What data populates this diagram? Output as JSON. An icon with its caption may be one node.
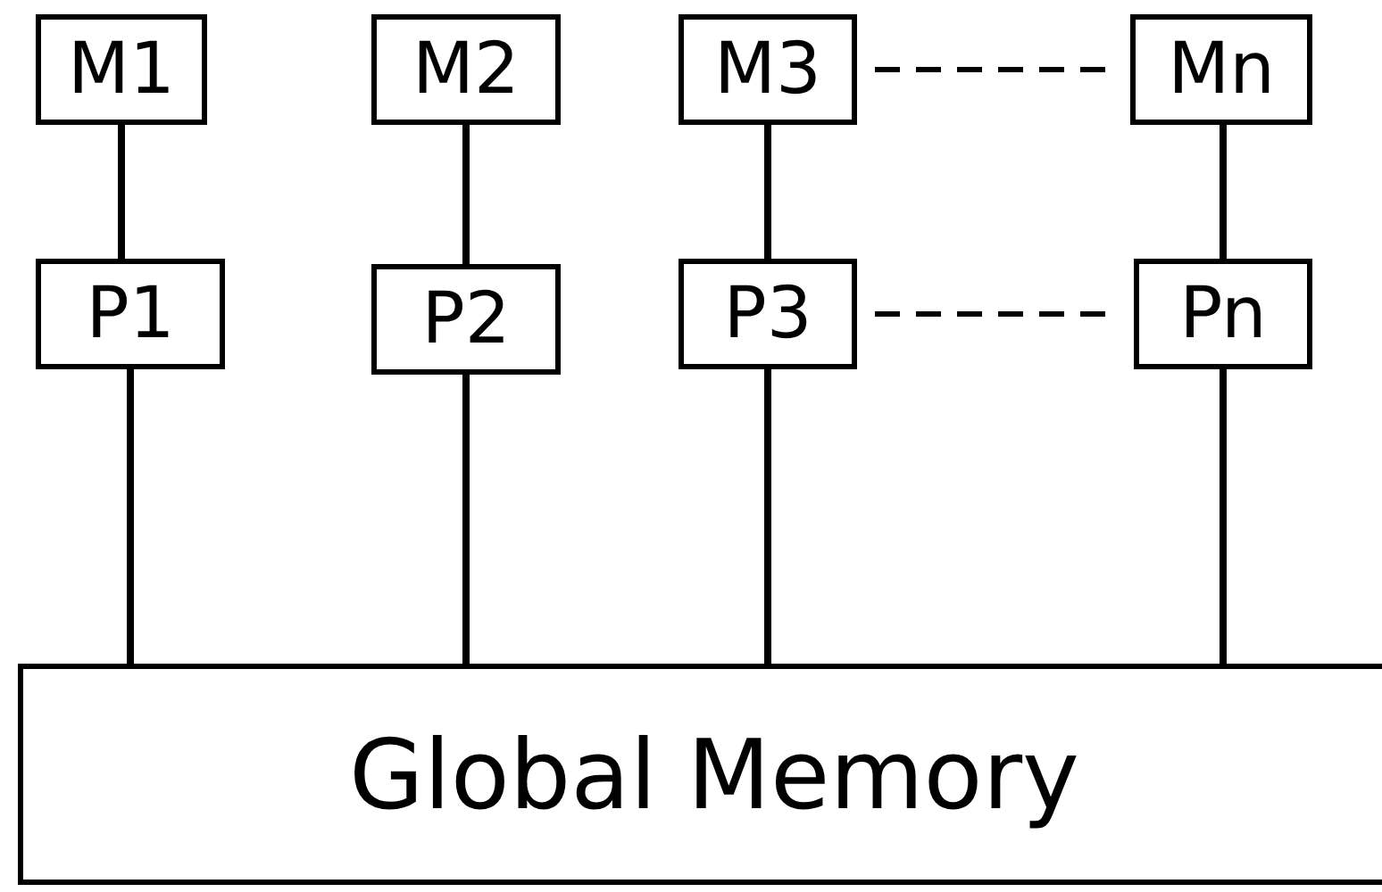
{
  "diagram": {
    "nodes": [
      {
        "text": [
          "M1"
        ]
      },
      {
        "text": [
          "M2"
        ]
      },
      {
        "text": [
          "M3"
        ]
      },
      {
        "text": [
          "Mn"
        ]
      },
      {
        "text": [
          "P1"
        ]
      },
      {
        "text": [
          "P2"
        ]
      },
      {
        "text": [
          "P3"
        ]
      },
      {
        "text": [
          "Pn"
        ]
      },
      {
        "text": [
          "Global Memory"
        ]
      }
    ],
    "edges": [
      {
        "from": 0,
        "to": 4,
        "arrow": "none"
      },
      {
        "from": 1,
        "to": 5,
        "arrow": "none"
      },
      {
        "from": 2,
        "to": 6,
        "arrow": "none"
      },
      {
        "from": 3,
        "to": 7,
        "arrow": "none"
      },
      {
        "from": 2,
        "to": 3,
        "arrow": "none",
        "style": "dashed"
      },
      {
        "from": 6,
        "to": 7,
        "arrow": "none",
        "style": "dashed"
      },
      {
        "from": 4,
        "to": 8,
        "arrow": "none"
      },
      {
        "from": 5,
        "to": 8,
        "arrow": "none"
      },
      {
        "from": 6,
        "to": 8,
        "arrow": "none"
      },
      {
        "from": 7,
        "to": 8,
        "arrow": "none"
      }
    ]
  }
}
